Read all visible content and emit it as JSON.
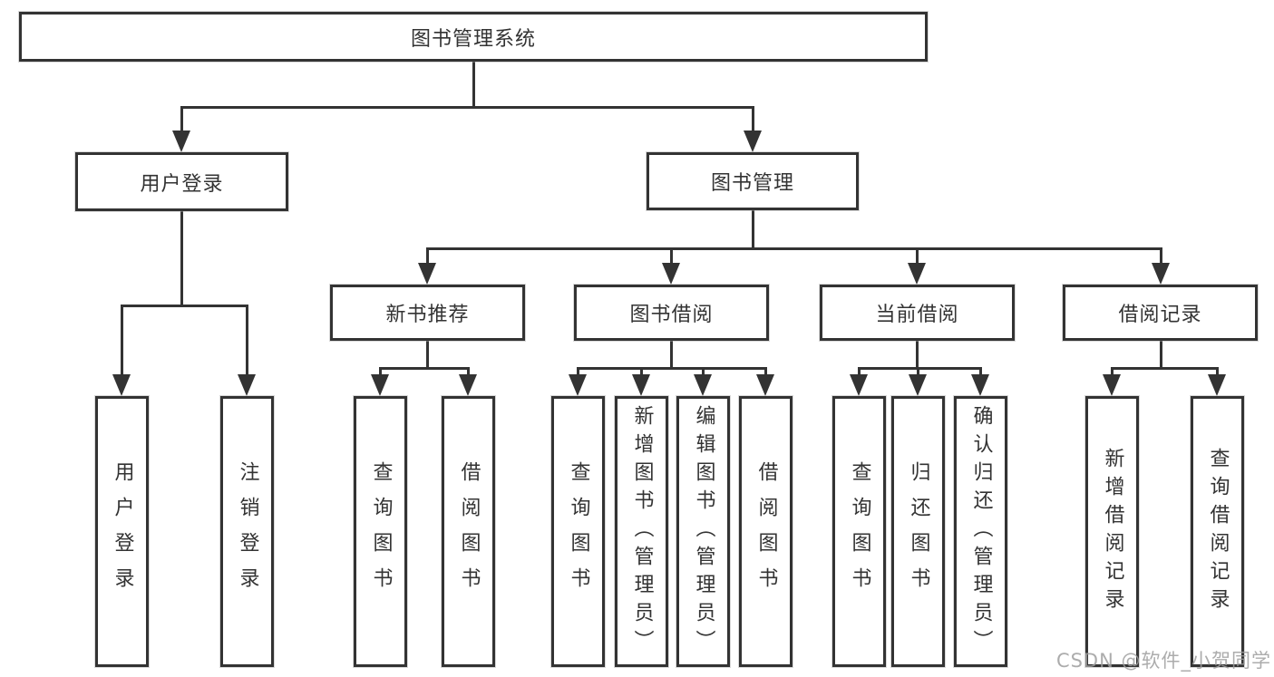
{
  "palette": {
    "line_color": "#333333",
    "text_color": "#333333",
    "box_background": "#ffffff",
    "page_background": "#ffffff",
    "watermark_color": "#9e9e9e"
  },
  "watermark": {
    "text": "CSDN @软件_小贺同学"
  },
  "tree": {
    "root": {
      "label": "图书管理系统"
    },
    "branches": [
      {
        "label": "用户登录",
        "children": [
          {
            "label": "用户登录"
          },
          {
            "label": "注销登录"
          }
        ]
      },
      {
        "label": "图书管理",
        "children": [
          {
            "label": "新书推荐",
            "children": [
              {
                "label": "查询图书"
              },
              {
                "label": "借阅图书"
              }
            ]
          },
          {
            "label": "图书借阅",
            "children": [
              {
                "label": "查询图书"
              },
              {
                "label": "新增图书（管理员）"
              },
              {
                "label": "编辑图书（管理员）"
              },
              {
                "label": "借阅图书"
              }
            ]
          },
          {
            "label": "当前借阅",
            "children": [
              {
                "label": "查询图书"
              },
              {
                "label": "归还图书"
              },
              {
                "label": "确认归还（管理员）"
              }
            ]
          },
          {
            "label": "借阅记录",
            "children": [
              {
                "label": "新增借阅记录"
              },
              {
                "label": "查询借阅记录"
              }
            ]
          }
        ]
      }
    ]
  }
}
